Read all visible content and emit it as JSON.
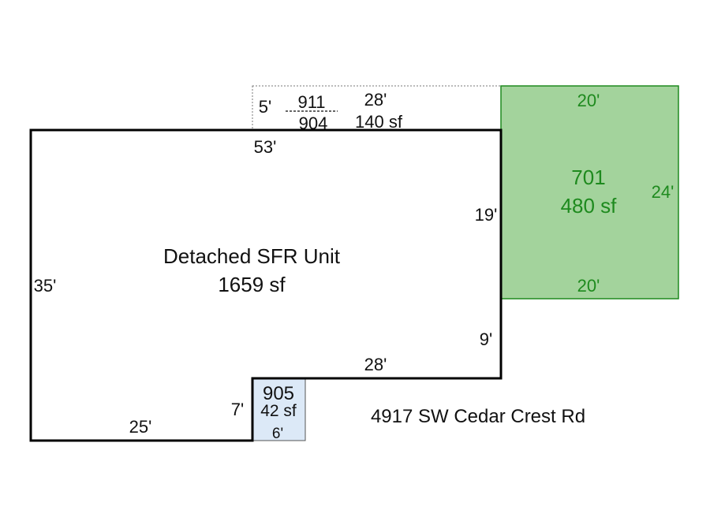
{
  "main_unit": {
    "label": "Detached SFR Unit",
    "area": "1659 sf",
    "dims": {
      "top": "53'",
      "left": "35'",
      "right_upper": "19'",
      "right_lower": "9'",
      "inner_top": "28'",
      "bottom": "25'",
      "inner_left": "7'"
    }
  },
  "porch": {
    "code_top": "911",
    "code_bottom": "904",
    "area": "140 sf",
    "dims": {
      "depth": "5'",
      "width": "28'"
    }
  },
  "garage": {
    "code": "701",
    "area": "480 sf",
    "dims": {
      "top": "20'",
      "right": "24'",
      "bottom": "20'"
    },
    "color": "#a3d39c"
  },
  "small_area": {
    "code": "905",
    "area": "42 sf",
    "dims": {
      "width": "6'"
    },
    "color": "#dce9f7"
  },
  "address": "4917 SW Cedar Crest Rd"
}
